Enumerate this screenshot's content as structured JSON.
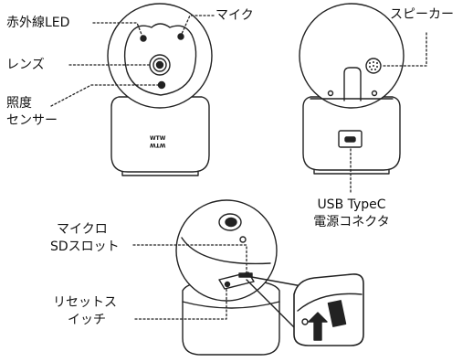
{
  "labels": {
    "ir_led": "赤外線LED",
    "mic": "マイク",
    "lens": "レンズ",
    "light_sensor_line1": "照度",
    "light_sensor_line2": "センサー",
    "speaker": "スピーカー",
    "usb_line1": "USB TypeC",
    "usb_line2": "電源コネクタ",
    "microsd_line1": "マイクロ",
    "microsd_line2": "SDスロット",
    "reset_line1": "リセットス",
    "reset_line2": "イッチ"
  },
  "base_logo": {
    "top": "WTW",
    "bottom": "WTW"
  },
  "colors": {
    "line": "#222222",
    "fill": "#ffffff"
  }
}
